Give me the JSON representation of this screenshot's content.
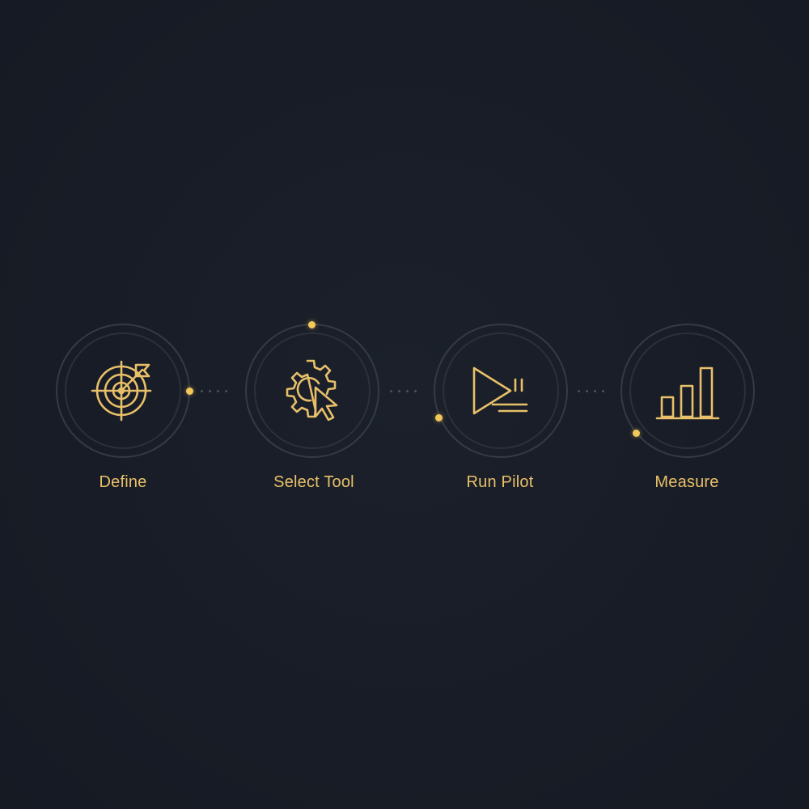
{
  "accent_color": "#e8c069",
  "steps": [
    {
      "label": "Define",
      "icon": "target-flag-icon"
    },
    {
      "label": "Select Tool",
      "icon": "gear-cursor-icon"
    },
    {
      "label": "Run Pilot",
      "icon": "play-icon"
    },
    {
      "label": "Measure",
      "icon": "bar-chart-icon"
    }
  ]
}
